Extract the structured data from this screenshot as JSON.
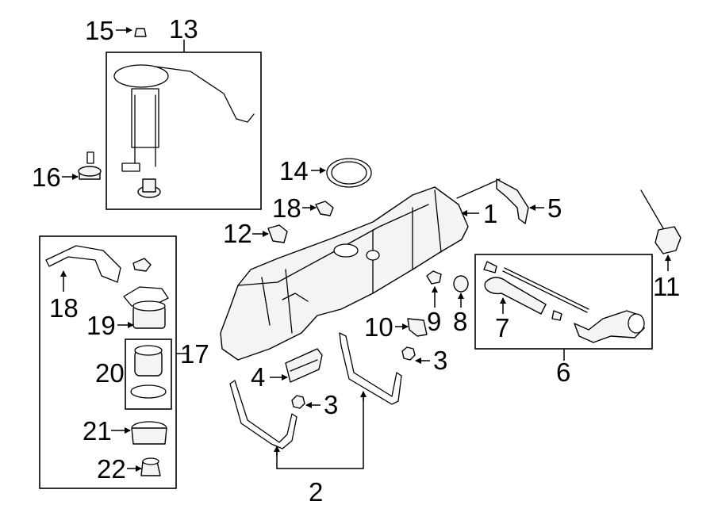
{
  "diagram": {
    "callouts": {
      "c1": "1",
      "c2": "2",
      "c3a": "3",
      "c3b": "3",
      "c4": "4",
      "c5": "5",
      "c6": "6",
      "c7": "7",
      "c8": "8",
      "c9": "9",
      "c10": "10",
      "c11": "11",
      "c12": "12",
      "c13": "13",
      "c14": "14",
      "c15": "15",
      "c16": "16",
      "c17": "17",
      "c18a": "18",
      "c18b": "18",
      "c19": "19",
      "c20": "20",
      "c21": "21",
      "c22": "22"
    }
  }
}
